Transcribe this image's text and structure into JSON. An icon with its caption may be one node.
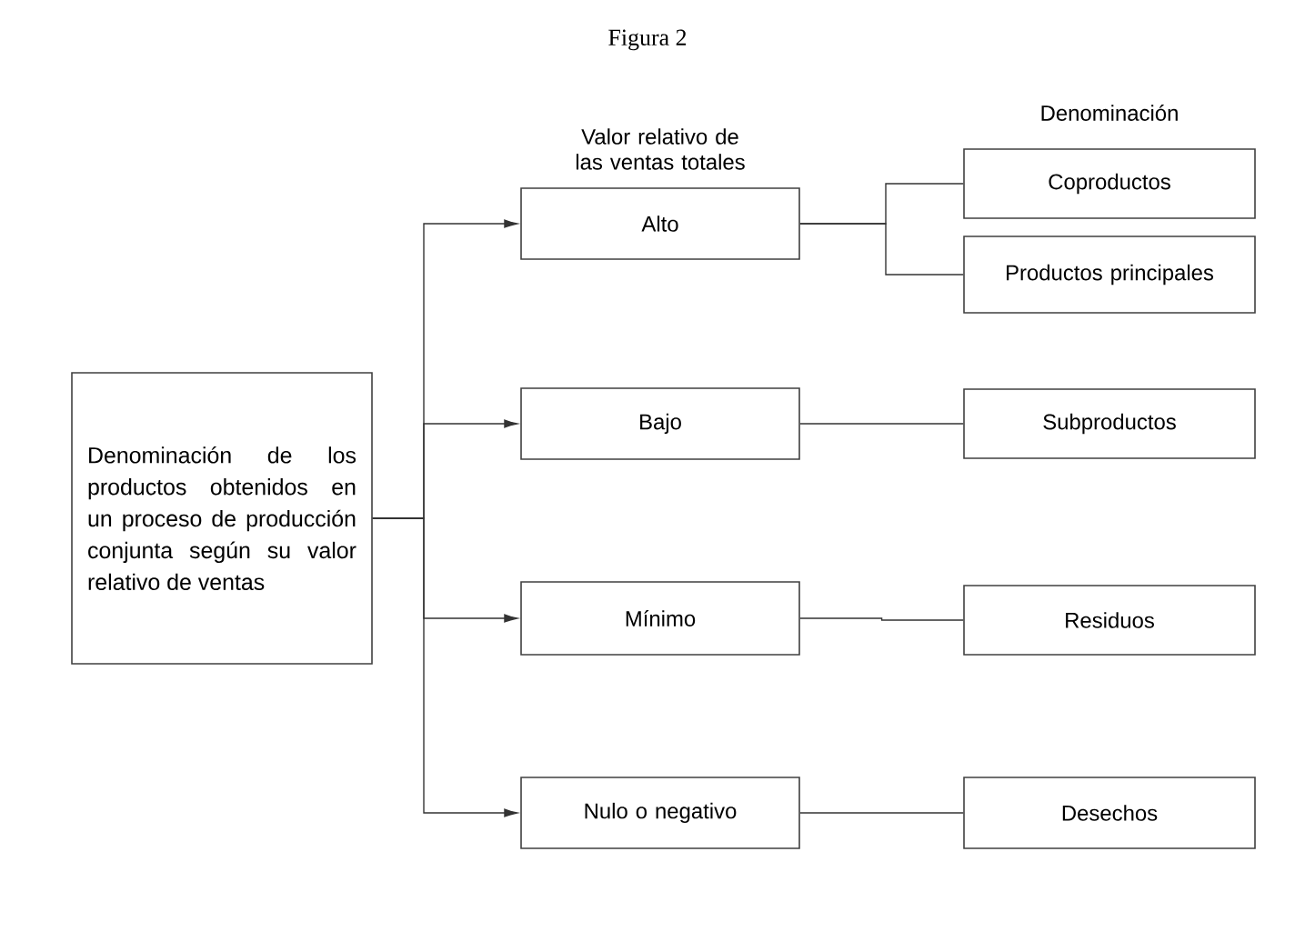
{
  "diagram": {
    "title": "Figura 2",
    "nodes": [
      {
        "text": [
          "Denominación de los productos obtenidos en un proceso de producción conjunta según su valor relativo de ventas"
        ]
      },
      {
        "text": [
          "Alto"
        ]
      },
      {
        "text": [
          "Bajo"
        ]
      },
      {
        "text": [
          "Mínimo"
        ]
      },
      {
        "text": [
          "Nulo o negativo"
        ]
      },
      {
        "text": [
          "Coproductos"
        ]
      },
      {
        "text": [
          "Productos principales"
        ]
      },
      {
        "text": [
          "Subproductos"
        ]
      },
      {
        "text": [
          "Residuos"
        ]
      },
      {
        "text": [
          "Desechos"
        ]
      }
    ],
    "edges": [
      {
        "from": 0,
        "to": 1,
        "arrow": "to"
      },
      {
        "from": 0,
        "to": 2,
        "arrow": "to"
      },
      {
        "from": 0,
        "to": 3,
        "arrow": "to"
      },
      {
        "from": 0,
        "to": 4,
        "arrow": "to"
      },
      {
        "from": 1,
        "to": 5,
        "arrow": "none"
      },
      {
        "from": 1,
        "to": 6,
        "arrow": "none"
      },
      {
        "from": 2,
        "to": 7,
        "arrow": "none"
      },
      {
        "from": 3,
        "to": 8,
        "arrow": "none"
      },
      {
        "from": 4,
        "to": 9,
        "arrow": "none"
      }
    ],
    "labels": [
      "Valor relativo de las ventas totales",
      "Denominación"
    ]
  }
}
